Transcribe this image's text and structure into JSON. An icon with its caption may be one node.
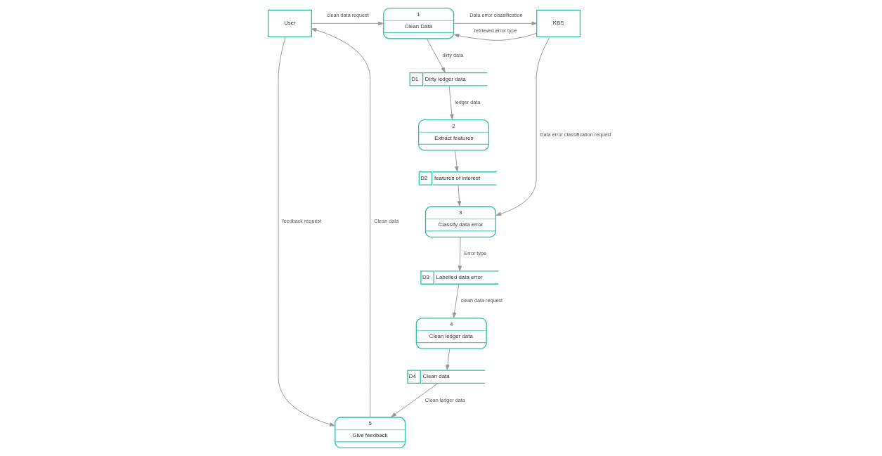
{
  "diagram": {
    "nodes": [
      {
        "text": [
          "User"
        ]
      },
      {
        "text": [
          "1",
          "Clean Data"
        ]
      },
      {
        "text": [
          "KBS"
        ]
      },
      {
        "text": [
          "D1",
          "Dirty ledger data"
        ]
      },
      {
        "text": [
          "2",
          "Extract features"
        ]
      },
      {
        "text": [
          "D2",
          "features of interest"
        ]
      },
      {
        "text": [
          "3",
          "Classify data error"
        ]
      },
      {
        "text": [
          "D3",
          "Labelled data error"
        ]
      },
      {
        "text": [
          "4",
          "Clean ledger data"
        ]
      },
      {
        "text": [
          "D4",
          "Clean data"
        ]
      },
      {
        "text": [
          "5",
          "Give feedback"
        ]
      }
    ],
    "edges": [
      {
        "from": 0,
        "to": 1,
        "arrow": "to",
        "label": "clean data request"
      },
      {
        "from": 1,
        "to": 2,
        "arrow": "to",
        "label": "Data error classification"
      },
      {
        "from": 2,
        "to": 1,
        "arrow": "to",
        "label": "retrieved error type"
      },
      {
        "from": 1,
        "to": 3,
        "arrow": "to",
        "label": "dirty data"
      },
      {
        "from": 3,
        "to": 4,
        "arrow": "to",
        "label": "ledger data"
      },
      {
        "from": 2,
        "to": 6,
        "arrow": "to",
        "label": "Data error classification request"
      },
      {
        "from": 4,
        "to": 5,
        "arrow": "to"
      },
      {
        "from": 5,
        "to": 6,
        "arrow": "to"
      },
      {
        "from": 6,
        "to": 7,
        "arrow": "to",
        "label": "Error type"
      },
      {
        "from": 7,
        "to": 8,
        "arrow": "to",
        "label": "clean data request"
      },
      {
        "from": 8,
        "to": 9,
        "arrow": "to"
      },
      {
        "from": 9,
        "to": 10,
        "arrow": "to",
        "label": "Clean ledger data"
      },
      {
        "from": 0,
        "to": 10,
        "arrow": "to",
        "label": "feedback request"
      },
      {
        "from": 10,
        "to": 0,
        "arrow": "to",
        "label": "Clean data"
      }
    ]
  }
}
